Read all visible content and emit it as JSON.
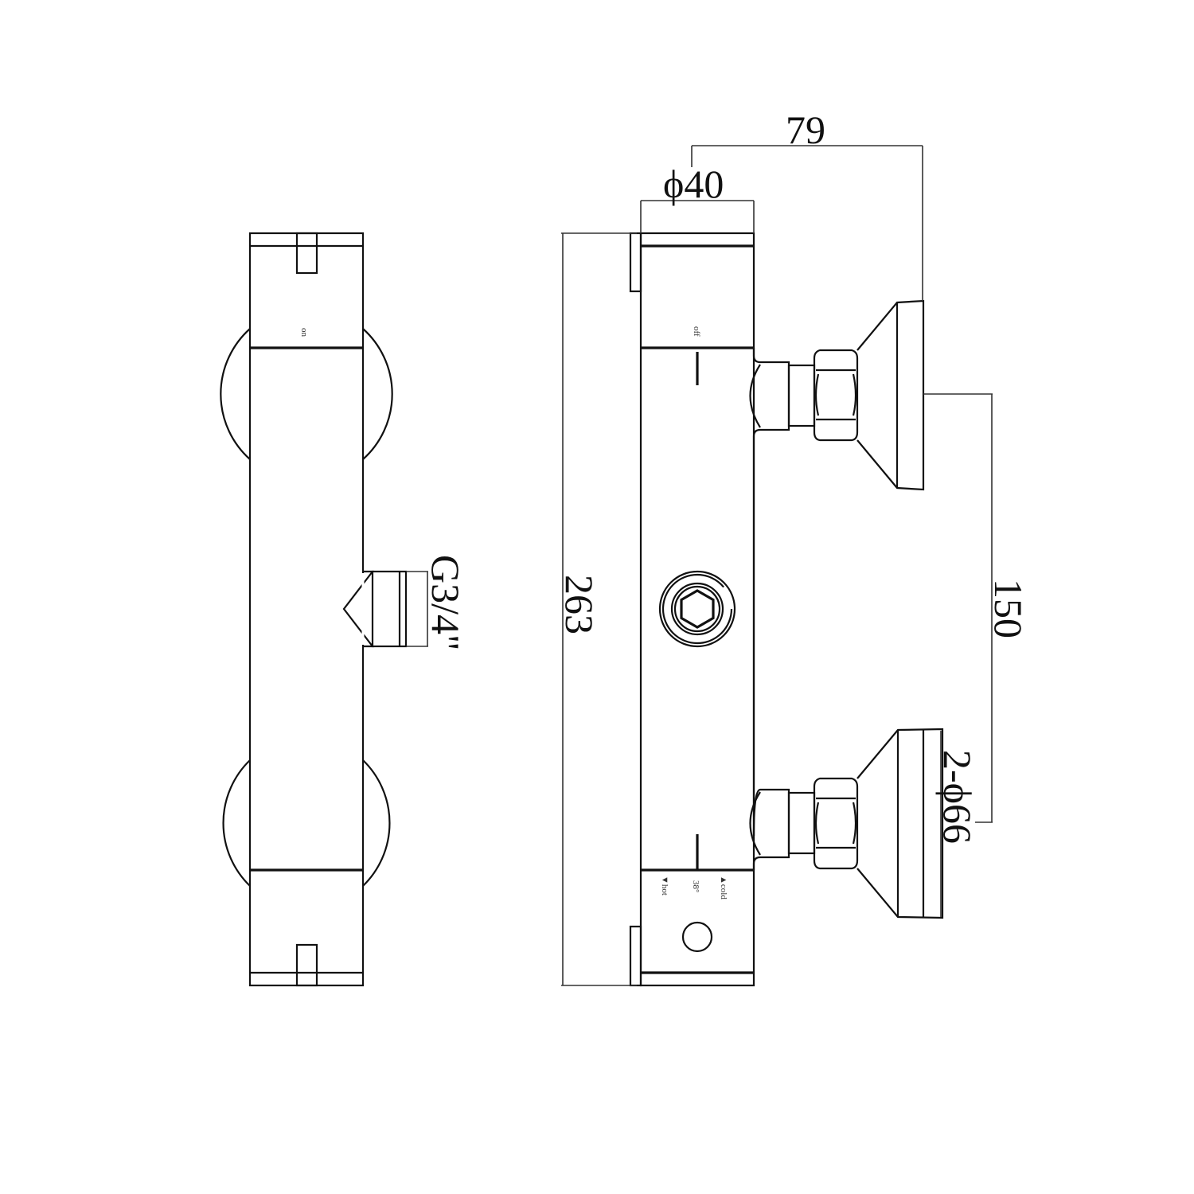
{
  "drawing": {
    "title": "Thermostatic bar mixer valve technical drawing",
    "views": [
      "front-view",
      "side-view"
    ],
    "stroke_color": "#111111",
    "background": "#ffffff"
  },
  "front_view": {
    "label_on": "on",
    "inlet_thread": "G3/4\""
  },
  "side_view": {
    "label_off": "off",
    "label_hot": "▼hot",
    "label_temp": "38°",
    "label_cold": "▲cold"
  },
  "dimensions": {
    "overall_length": "263",
    "body_diameter": "ϕ40",
    "depth": "79",
    "centres": "150",
    "escutcheon": "2-ϕ66"
  }
}
